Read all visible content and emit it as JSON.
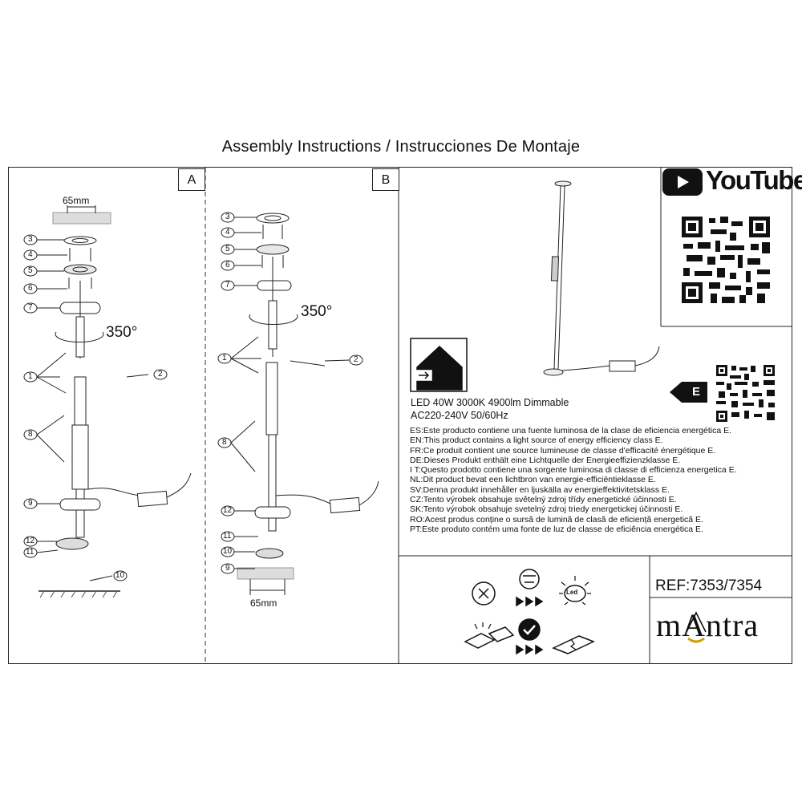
{
  "header": {
    "title": "Assembly Instructions / Instrucciones De Montaje"
  },
  "section_a": {
    "label": "A",
    "dimension": "65mm",
    "angle": "350°",
    "callouts": [
      "3",
      "4",
      "5",
      "6",
      "7",
      "1",
      "2",
      "8",
      "9",
      "12",
      "11",
      "10"
    ]
  },
  "section_b": {
    "label": "B",
    "dimension": "65mm",
    "angle": "350°",
    "callouts": [
      "3",
      "4",
      "5",
      "6",
      "7",
      "1",
      "2",
      "8",
      "12",
      "11",
      "10",
      "9"
    ]
  },
  "youtube": {
    "text": "YouTube"
  },
  "product": {
    "specs_line1": "LED 40W 3000K 4900lm  Dimmable",
    "specs_line2": "AC220-240V 50/60Hz",
    "energy_class": "E",
    "energy_statements": [
      "ES:Este producto contiene una fuente luminosa de la clase de eficiencia energética E.",
      "EN:This product contains a light source of energy efficiency class E.",
      "FR:Ce produit contient une source lumineuse de classe d'efficacité énergétique E.",
      "DE:Dieses Produkt enthält eine Lichtquelle der Energieeffizienzklasse E.",
      "I T:Questo prodotto contiene una sorgente luminosa di classe di efficienza energetica E.",
      "NL:Dit product bevat een lichtbron van energie-efficiëntieklasse E.",
      "SV:Denna produkt innehåller en ljuskälla av energieffektivitetsklass E.",
      "CZ:Tento výrobek obsahuje světelný zdroj třídy energetické účinnosti E.",
      "SK:Tento výrobok obsahuje svetelný zdroj triedy energetickej účinnosti E.",
      "RO:Acest produs conține o sursă de lumină de clasă de eficiență energetică E.",
      "PT:Este produto contém uma fonte de luz de classe de eficiência energética E."
    ]
  },
  "icons": {
    "led_label": "Led"
  },
  "reference": {
    "text": "REF:7353/7354"
  },
  "brand": {
    "name": "mAntra"
  }
}
